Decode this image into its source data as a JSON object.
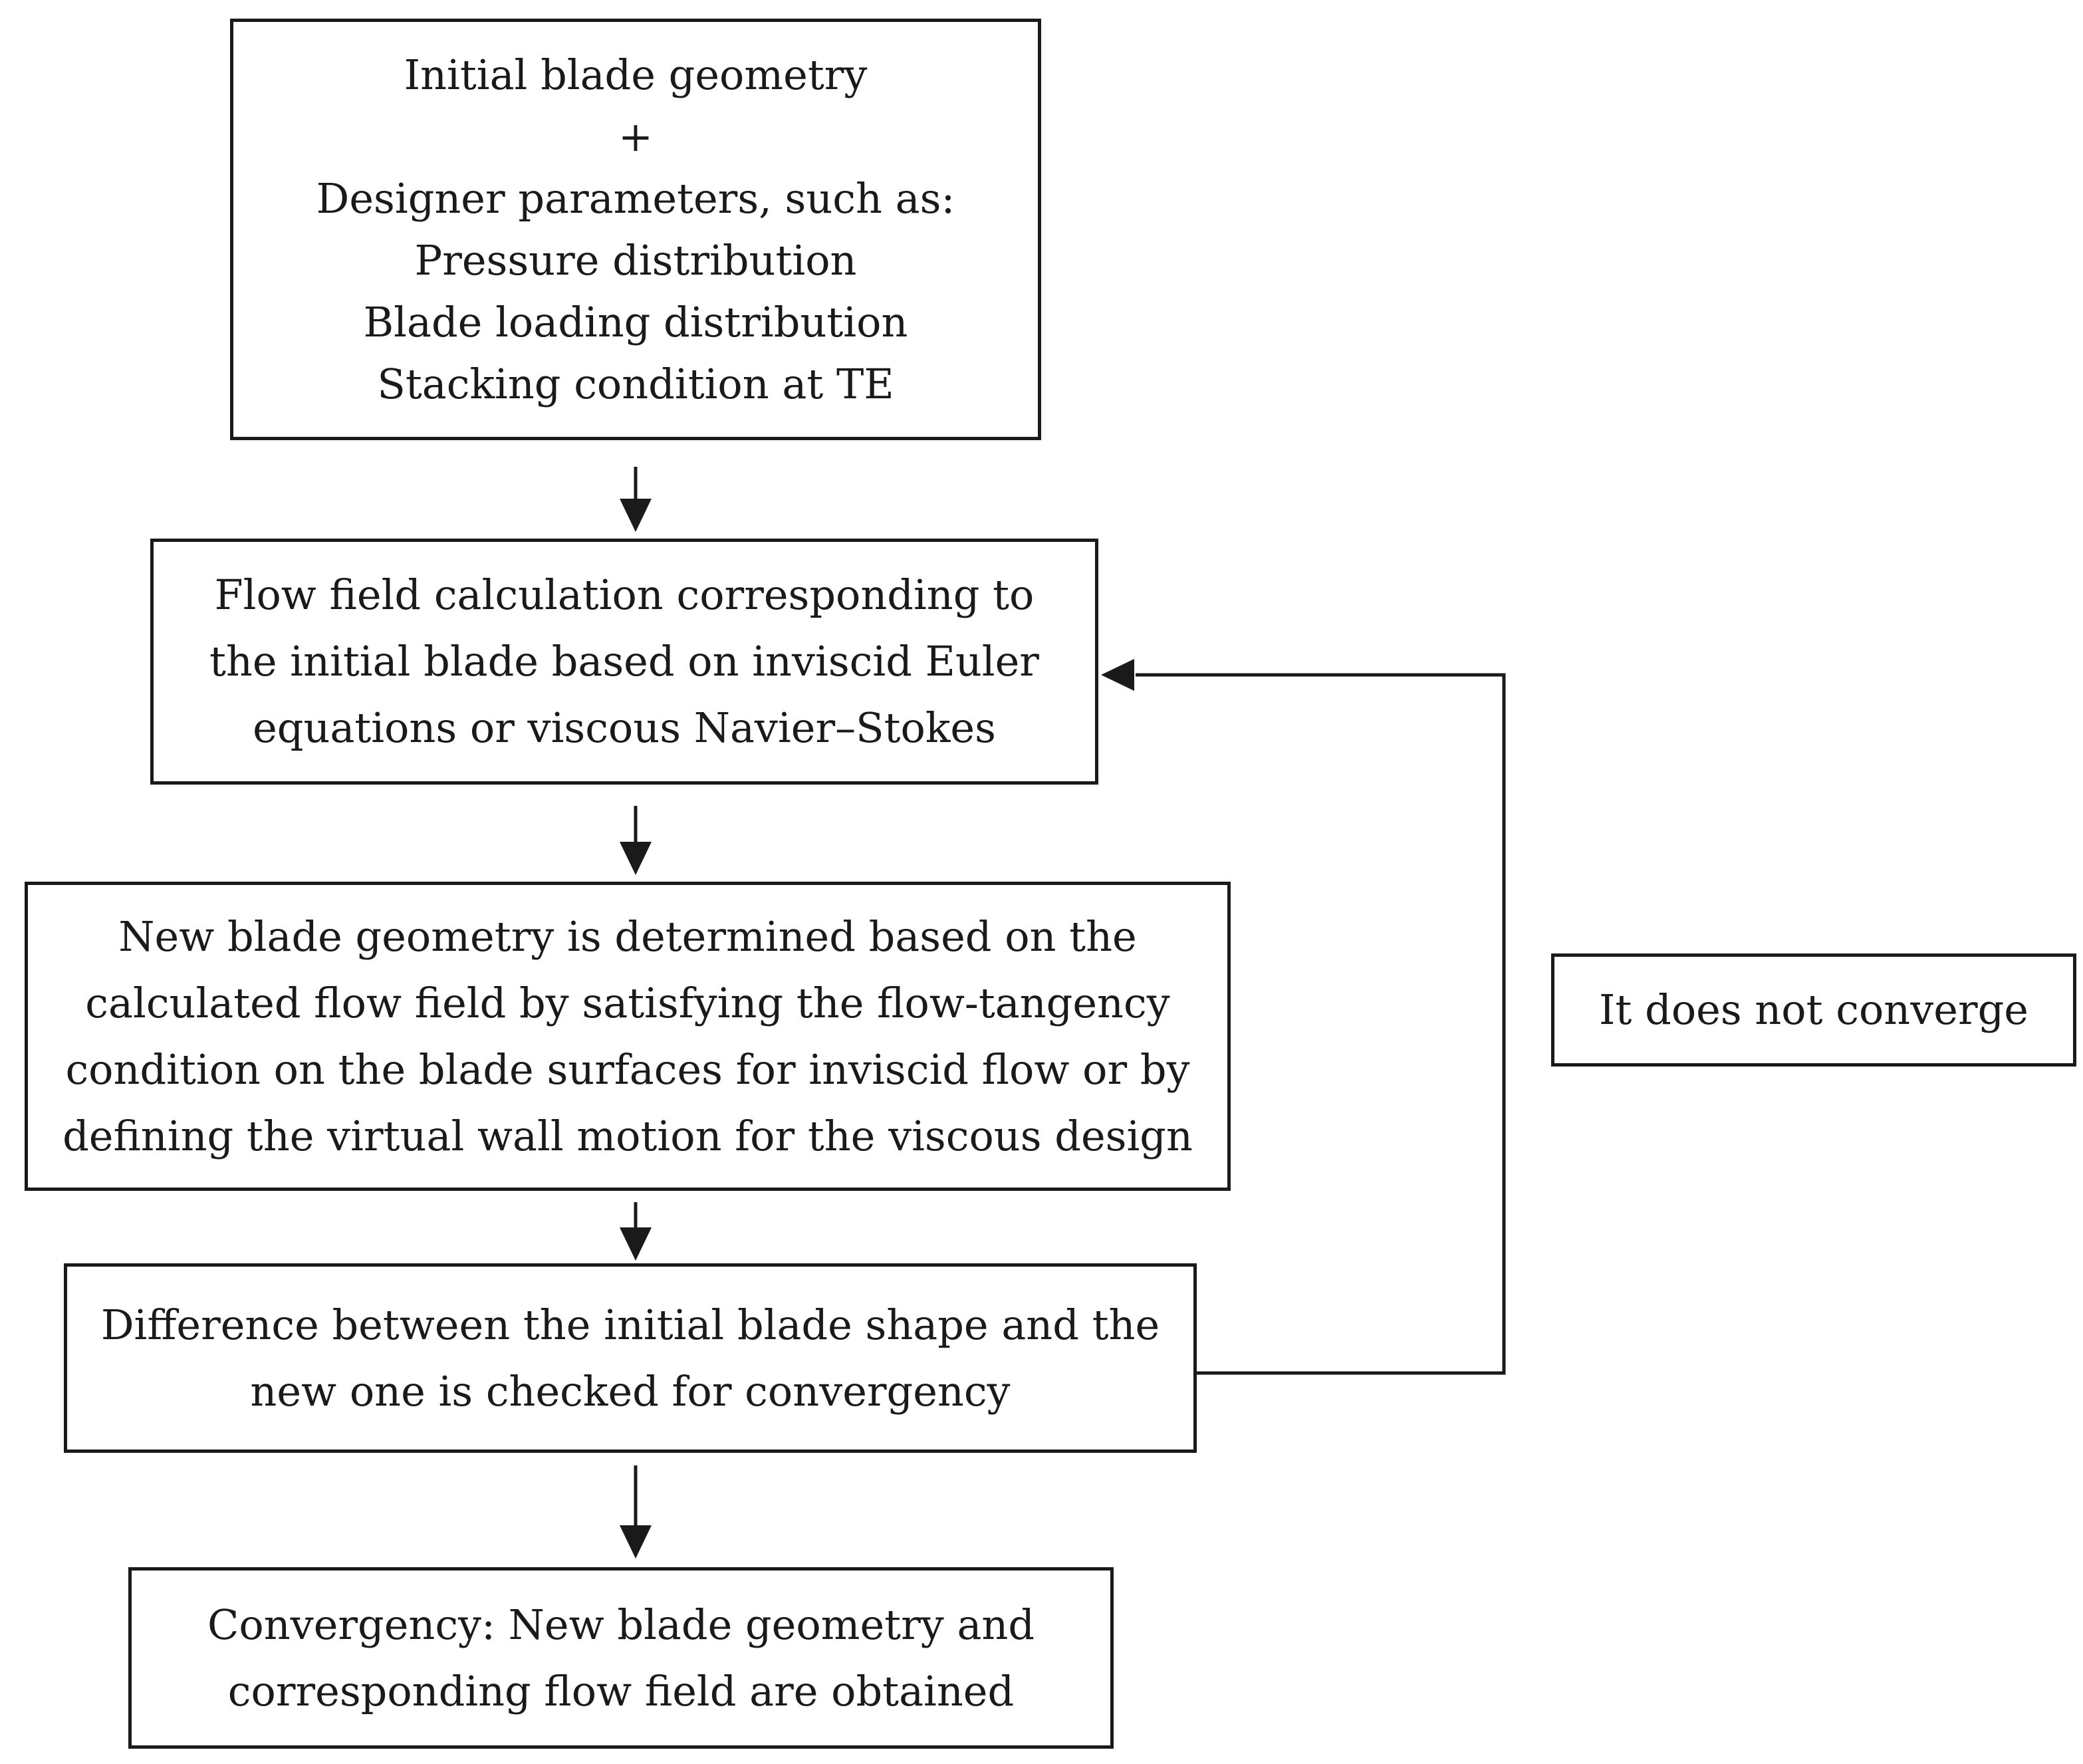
{
  "nodes": [
    {
      "id": "start",
      "lines": [
        "Initial blade geometry",
        "+",
        "Designer parameters, such as:",
        "Pressure distribution",
        "Blade loading distribution",
        "Stacking condition at TE"
      ]
    },
    {
      "id": "flow",
      "lines": [
        "Flow field calculation corresponding to",
        "the initial blade based on inviscid Euler",
        "equations or viscous Navier–Stokes"
      ]
    },
    {
      "id": "newgeo",
      "lines": [
        "New blade geometry is determined based on the",
        "calculated flow field by satisfying the flow-tangency",
        "condition on the blade surfaces for inviscid flow or by",
        "defining the virtual wall motion for the viscous design"
      ]
    },
    {
      "id": "diff",
      "lines": [
        "Difference between the initial blade shape and the",
        "new one is checked for convergency"
      ]
    },
    {
      "id": "conv",
      "lines": [
        "Convergency: New blade geometry and",
        "corresponding flow field are obtained"
      ]
    },
    {
      "id": "noconv",
      "lines": [
        "It does not converge"
      ]
    }
  ],
  "edges": [
    {
      "from": "start",
      "to": "flow"
    },
    {
      "from": "flow",
      "to": "newgeo"
    },
    {
      "from": "newgeo",
      "to": "diff"
    },
    {
      "from": "diff",
      "to": "conv"
    },
    {
      "from": "diff",
      "to": "flow",
      "label_node": "noconv"
    }
  ]
}
